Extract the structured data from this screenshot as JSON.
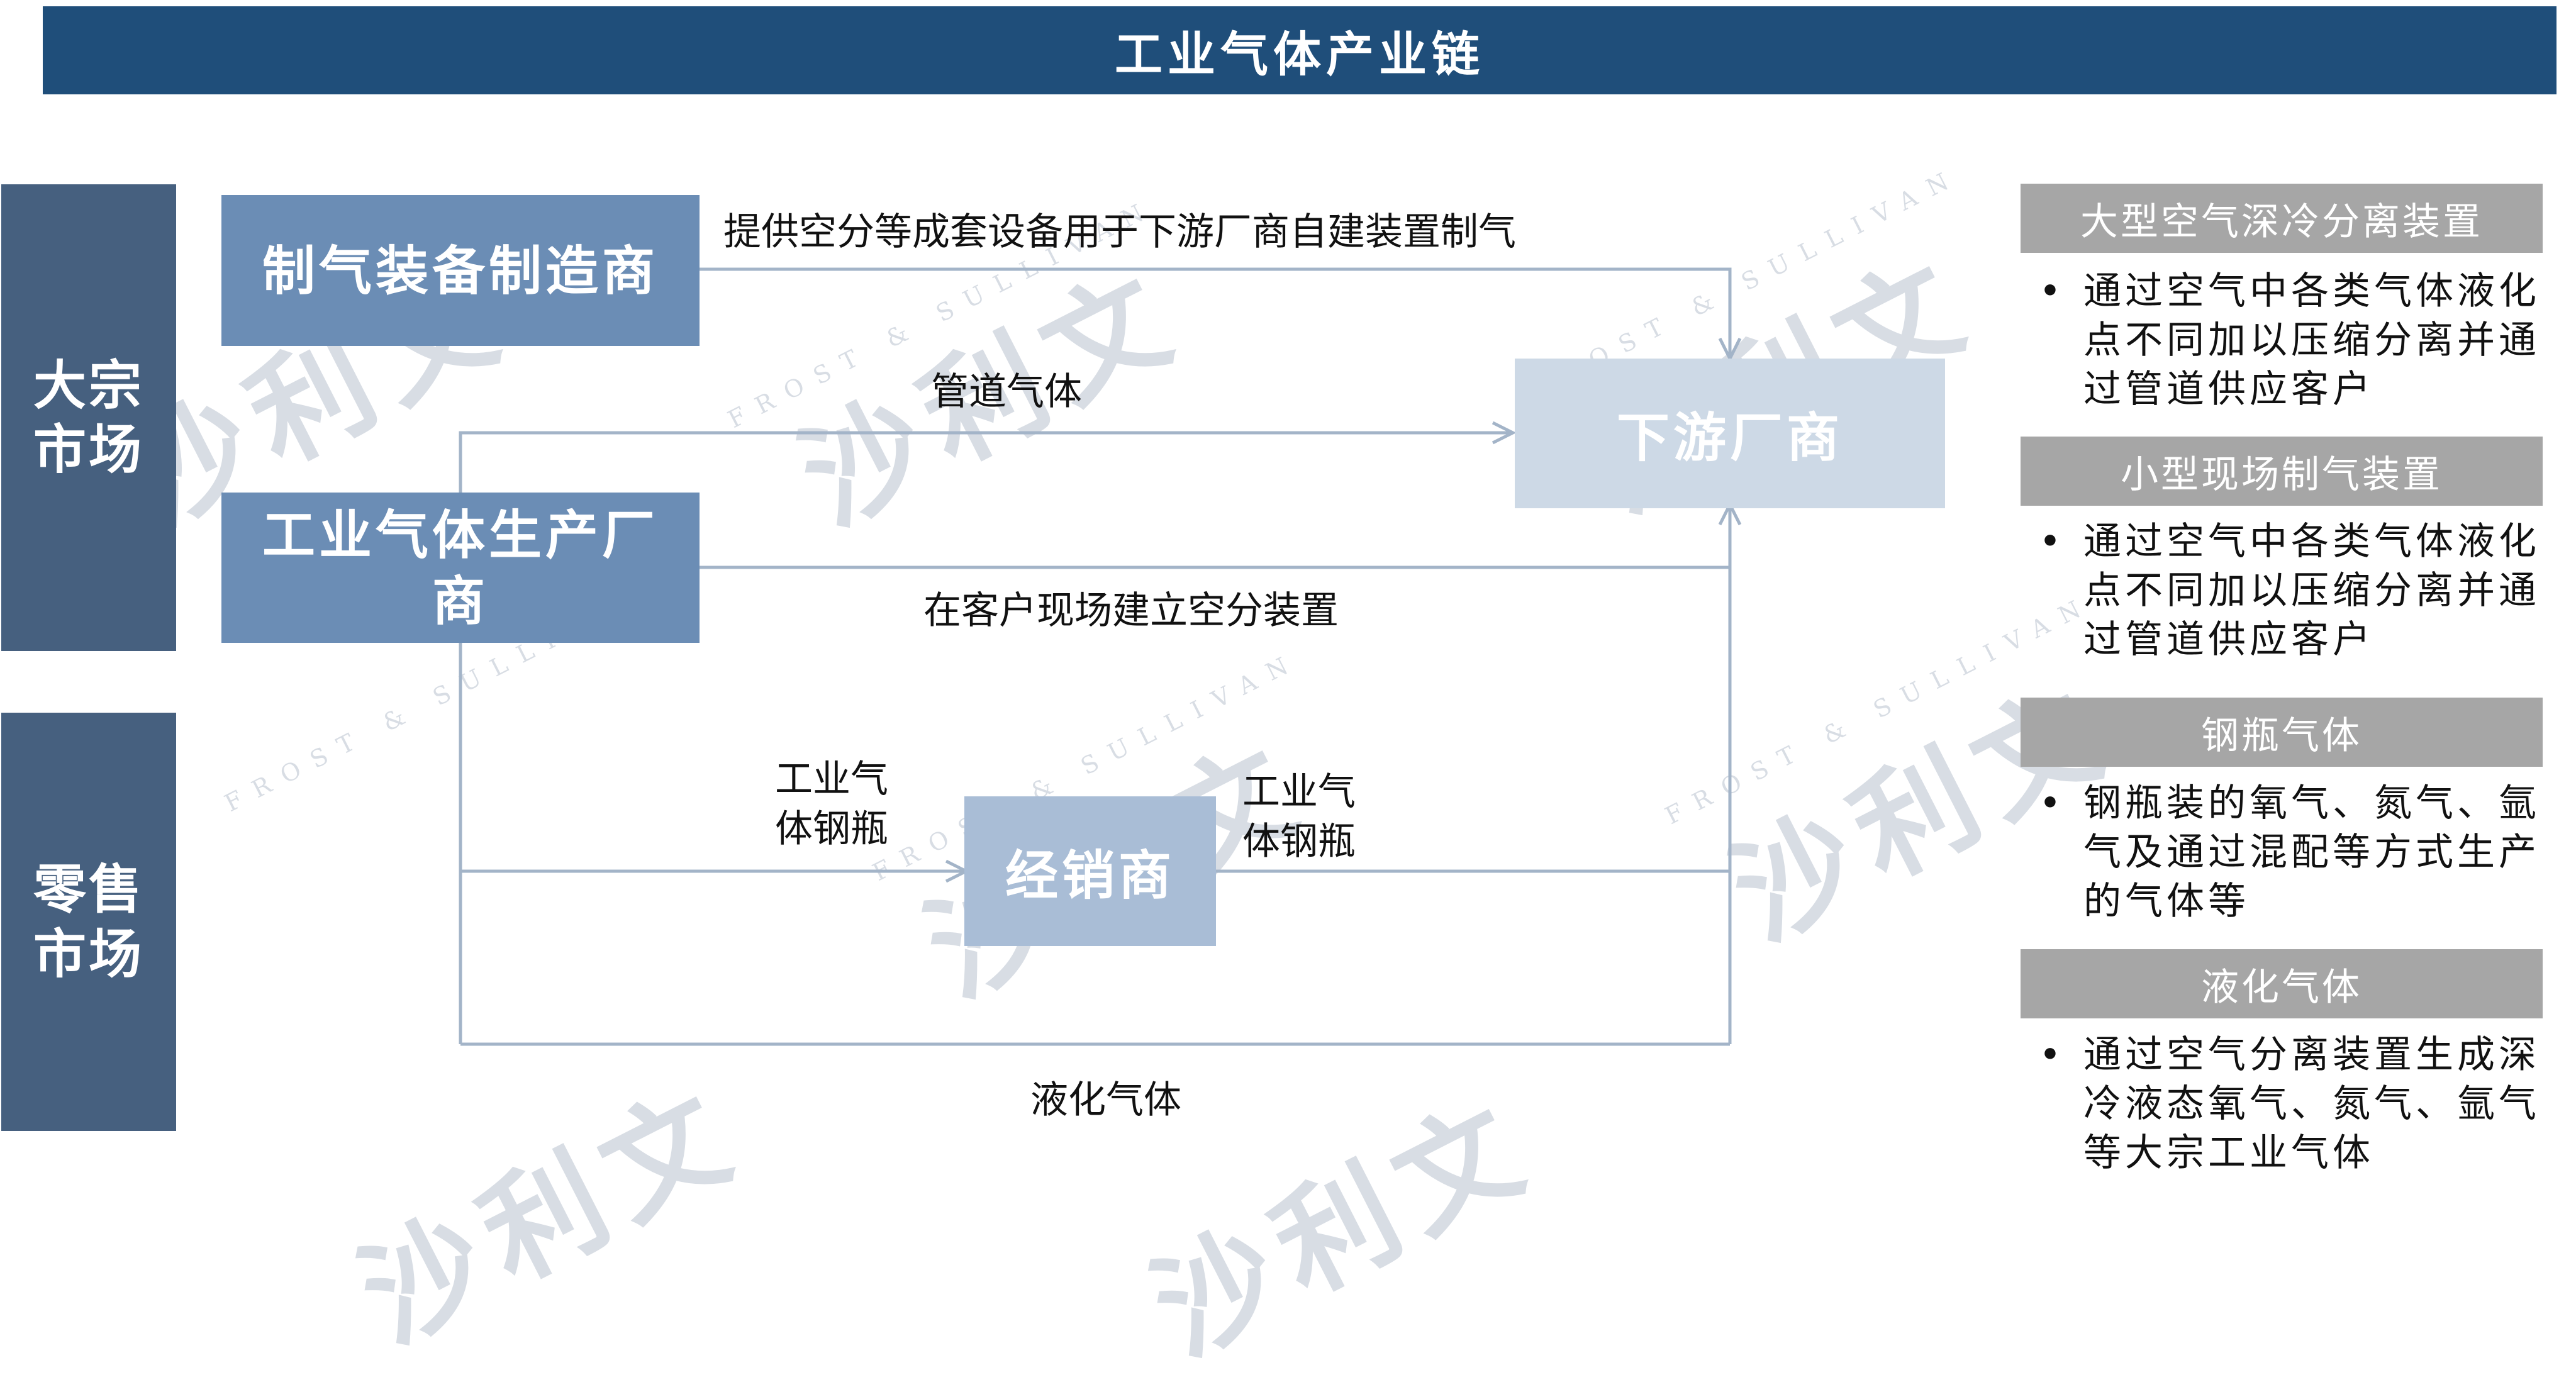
{
  "title": "工业气体产业链",
  "markets": {
    "bulk": "大宗\n市场",
    "retail": "零售\n市场"
  },
  "nodes": {
    "equipment_maker": "制气装备制造商",
    "gas_producer": "工业气体生产厂商",
    "downstream": "下游厂商",
    "distributor": "经销商"
  },
  "flow_labels": {
    "equipment_supply": "提供空分等成套设备用于下游厂商自建装置制气",
    "pipeline_gas": "管道气体",
    "onsite_plant": "在客户现场建立空分装置",
    "cylinder_in": "工业气体钢瓶",
    "cylinder_out": "工业气体钢瓶",
    "liquefied_gas": "液化气体"
  },
  "categories": [
    {
      "heading": "大型空气深冷分离装置",
      "bullet": "通过空气中各类气体液化点不同加以压缩分离并通过管道供应客户"
    },
    {
      "heading": "小型现场制气装置",
      "bullet": "通过空气中各类气体液化点不同加以压缩分离并通过管道供应客户"
    },
    {
      "heading": "钢瓶气体",
      "bullet": "钢瓶装的氧气、氮气、氩气及通过混配等方式生产的气体等"
    },
    {
      "heading": "液化气体",
      "bullet": "通过空气分离装置生成深冷液态氧气、氮气、氩气等大宗工业气体"
    }
  ],
  "watermark": {
    "cn": "沙利文",
    "en": "FROST & SULLIVAN"
  },
  "colors": {
    "title_bg": "#1f4e7a",
    "market_bg": "#46607f",
    "node_dark": "#6b8db5",
    "node_light": "#a9bdd6",
    "node_lighter": "#cdd9e6",
    "category_head": "#a6a6a6",
    "connector": "#a3b4c8"
  }
}
